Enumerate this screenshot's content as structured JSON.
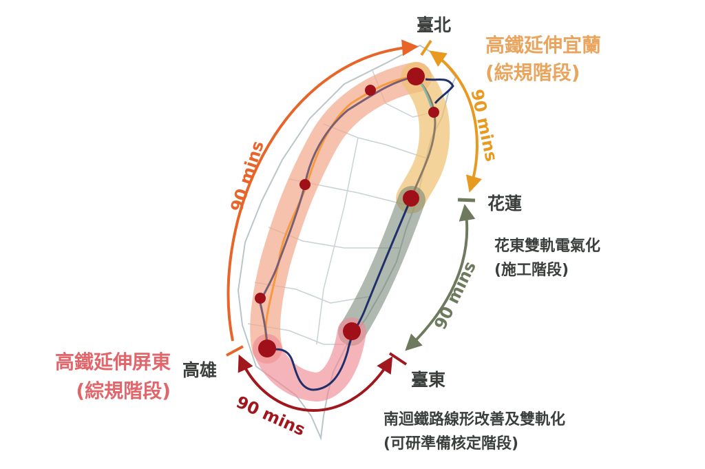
{
  "cities": {
    "taipei": "臺北",
    "hualien": "花蓮",
    "taitung": "臺東",
    "kaohsiung": "高雄"
  },
  "projects": {
    "hsr_yilan": {
      "title": "高鐵延伸宜蘭",
      "stage": "(綜規階段)"
    },
    "hualien_taitung": {
      "title": "花東雙軌電氣化",
      "stage": "(施工階段)"
    },
    "south_link": {
      "title": "南迴鐵路線形改善及雙軌化",
      "stage": "(可研準備核定階段)"
    },
    "hsr_pingtung": {
      "title": "高鐵延伸屏東",
      "stage": "(綜規階段)"
    }
  },
  "travel_times": {
    "west": "90 mins",
    "northeast": "90 mins",
    "east": "90 mins",
    "south": "90 mins"
  },
  "colors": {
    "west": "#E8652A",
    "northeast": "#E89A20",
    "east": "#6E7A5E",
    "south": "#A0181E",
    "station": "#A01018"
  }
}
